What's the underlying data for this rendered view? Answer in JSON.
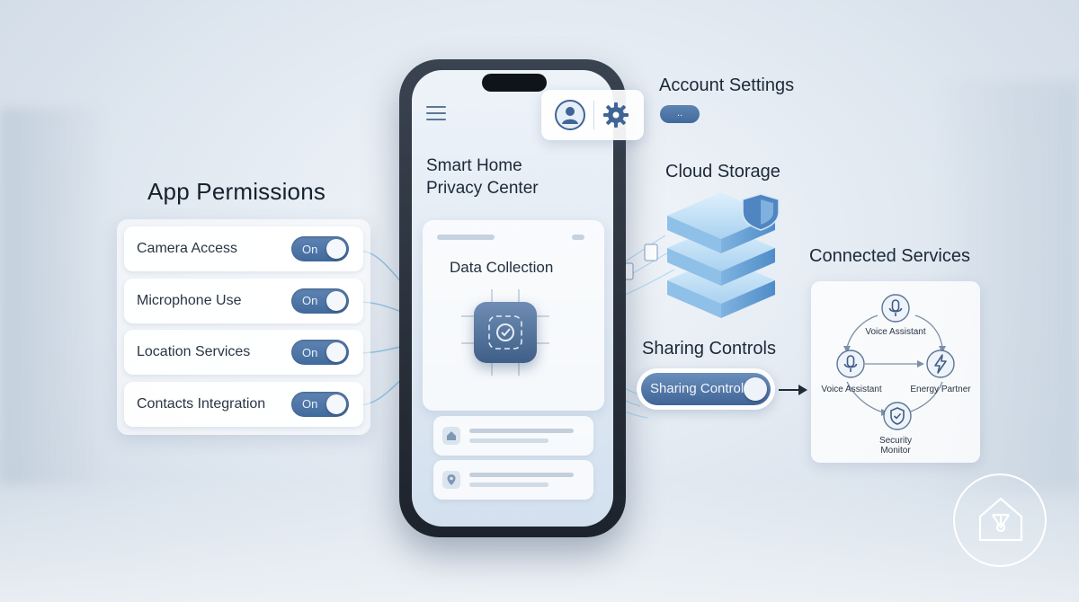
{
  "app_permissions": {
    "title": "App Permissions",
    "items": [
      {
        "label": "Camera Access",
        "state": "On"
      },
      {
        "label": "Microphone Use",
        "state": "On"
      },
      {
        "label": "Location Services",
        "state": "On"
      },
      {
        "label": "Contacts Integration",
        "state": "On"
      }
    ]
  },
  "phone": {
    "title": "Smart Home Privacy Center",
    "card_title": "Data Collection"
  },
  "account_settings": {
    "title": "Account Settings",
    "pill_text": ".."
  },
  "cloud_storage": {
    "title": "Cloud Storage"
  },
  "sharing_controls": {
    "title": "Sharing Controls",
    "toggle_label": "Sharing Controls"
  },
  "connected_services": {
    "title": "Connected Services",
    "nodes": {
      "top": "Voice Assistant",
      "left": "Voice Assistant",
      "right": "Energy Partner",
      "bottom_line1": "Security",
      "bottom_line2": "Monitor"
    }
  },
  "colors": {
    "accent": "#4f76a8",
    "toggle_text": "#e8f0fa",
    "background": "#e3eaf2"
  },
  "icons": [
    "menu-icon",
    "user-icon",
    "gear-icon",
    "shield-icon",
    "hub-icon",
    "home-icon",
    "location-pin-icon",
    "microphone-icon",
    "lightning-icon",
    "shield-check-icon",
    "arrow-right-icon",
    "home-logo-icon"
  ]
}
